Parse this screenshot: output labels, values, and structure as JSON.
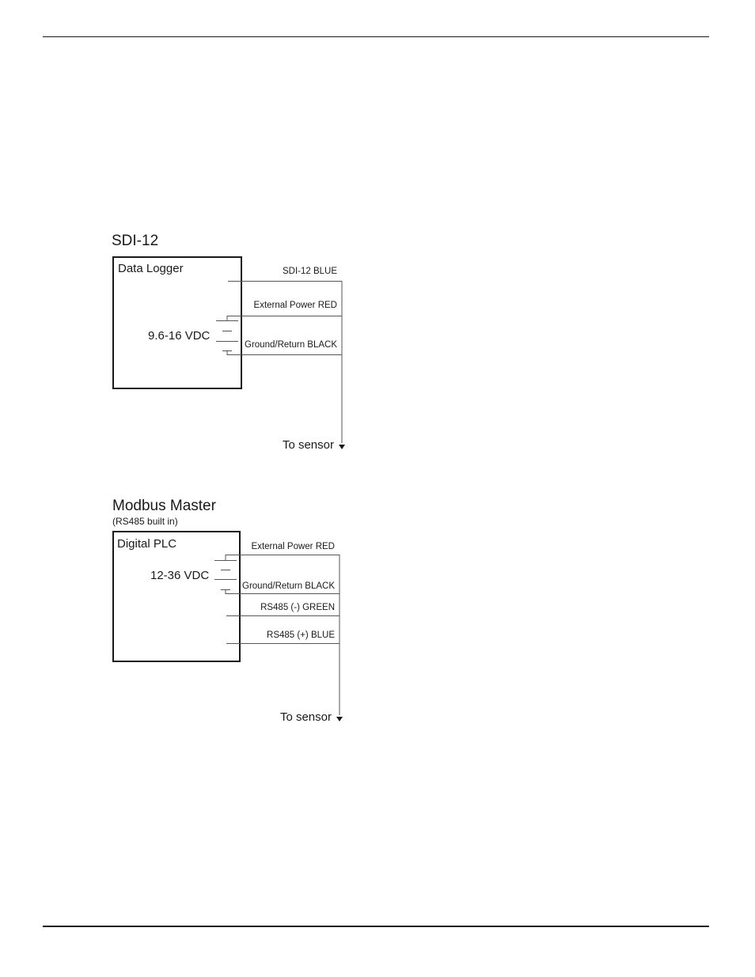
{
  "sdi12": {
    "title": "SDI-12",
    "device": "Data Logger",
    "voltage": "9.6-16 VDC",
    "wires": {
      "sdi12": "SDI-12 BLUE",
      "power": "External Power RED",
      "ground": "Ground/Return BLACK"
    },
    "to_sensor": "To sensor"
  },
  "modbus": {
    "title": "Modbus Master",
    "subtitle": "(RS485 built in)",
    "device": "Digital PLC",
    "voltage": "12-36 VDC",
    "wires": {
      "power": "External Power RED",
      "ground": "Ground/Return BLACK",
      "rs485_neg": "RS485 (-) GREEN",
      "rs485_pos": "RS485 (+) BLUE"
    },
    "to_sensor": "To sensor"
  }
}
